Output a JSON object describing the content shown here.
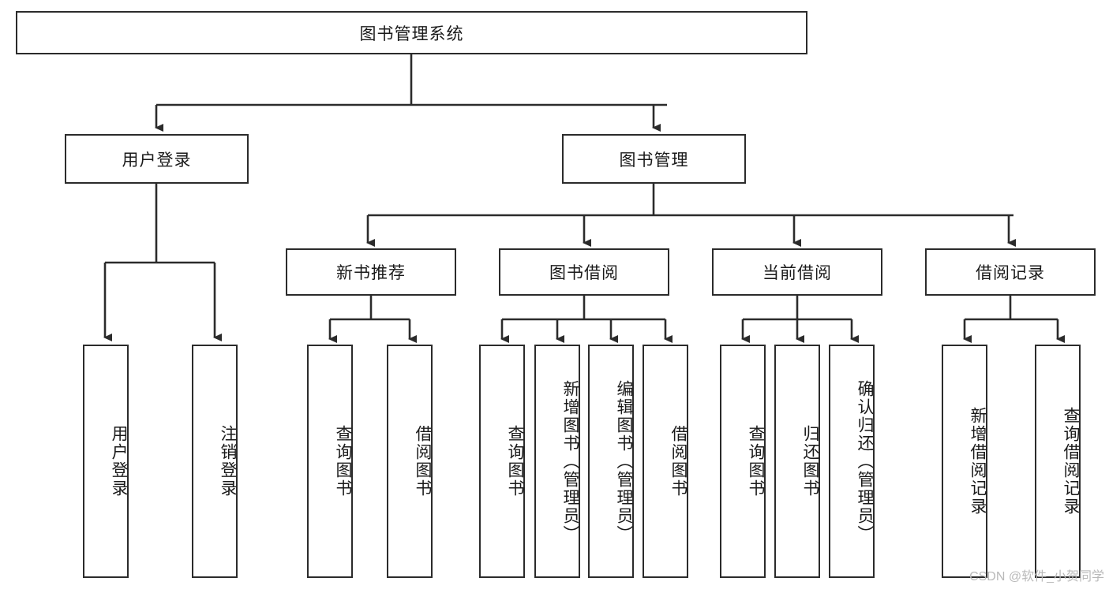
{
  "diagram": {
    "type": "tree-hierarchy",
    "title": "图书管理系统",
    "watermark": "CSDN @软件_小贺同学",
    "colors": {
      "box_border": "#2b2b2b",
      "box_fill": "#ffffff",
      "edge": "#2b2b2b",
      "text": "#1a1a1a",
      "watermark": "#b9b9b9"
    },
    "root": {
      "label": "图书管理系统"
    },
    "level2": [
      {
        "label": "用户登录"
      },
      {
        "label": "图书管理"
      }
    ],
    "level3": [
      {
        "label": "新书推荐"
      },
      {
        "label": "图书借阅"
      },
      {
        "label": "当前借阅"
      },
      {
        "label": "借阅记录"
      }
    ],
    "leaves": {
      "user_login": [
        {
          "label": "用户登录"
        },
        {
          "label": "注销登录"
        }
      ],
      "new_book": [
        {
          "label": "查询图书"
        },
        {
          "label": "借阅图书"
        }
      ],
      "book_borrow": [
        {
          "label": "查询图书"
        },
        {
          "label": "新增图书（管理员）"
        },
        {
          "label": "编辑图书（管理员）"
        },
        {
          "label": "借阅图书"
        }
      ],
      "current_borrow": [
        {
          "label": "查询图书"
        },
        {
          "label": "归还图书"
        },
        {
          "label": "确认归还（管理员）"
        }
      ],
      "borrow_record": [
        {
          "label": "新增借阅记录"
        },
        {
          "label": "查询借阅记录"
        }
      ]
    }
  }
}
